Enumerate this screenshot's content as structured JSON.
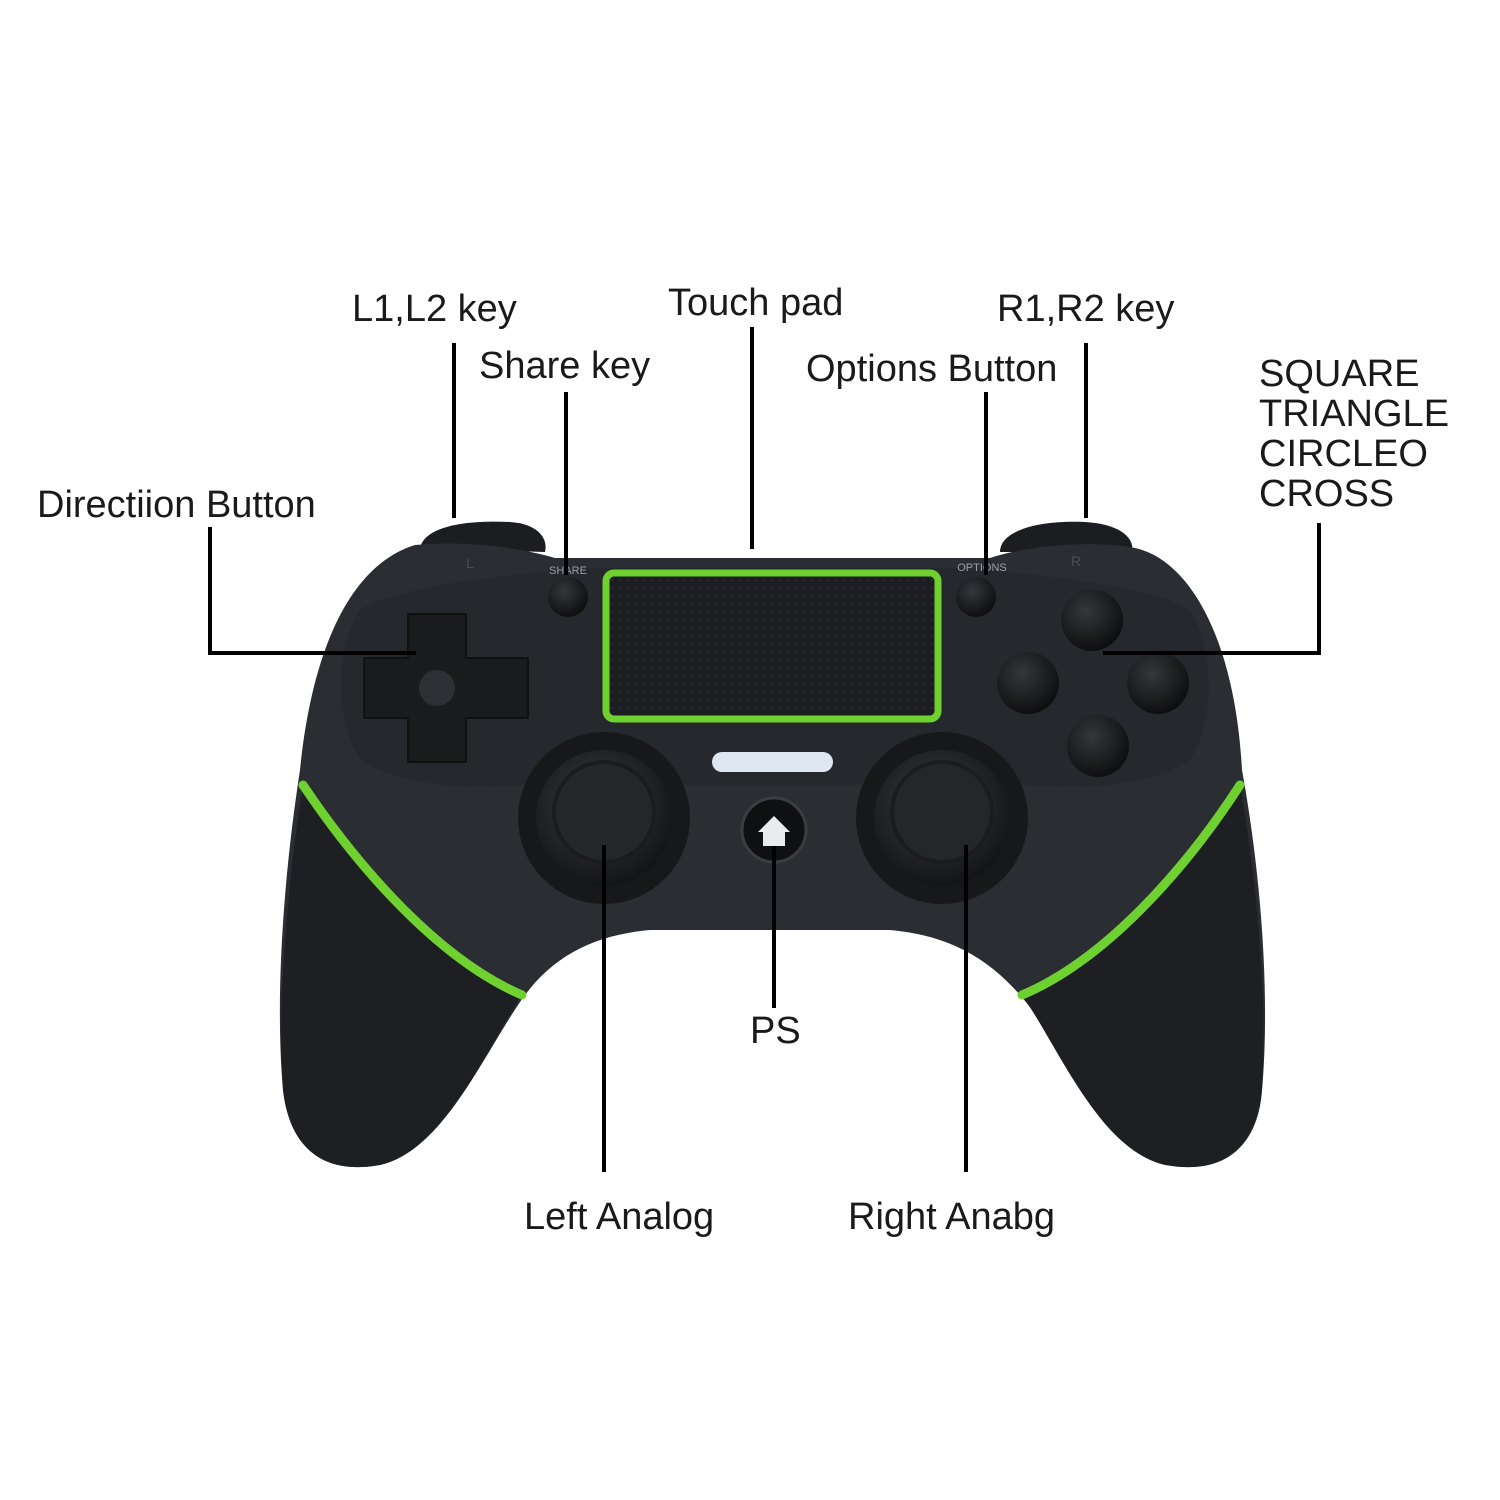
{
  "colors": {
    "accent": "#6fd12f",
    "body": "#2a2d31",
    "grip": "#1d1f22",
    "button": "#151617",
    "light_bar": "#dfe8f2",
    "background": "#ffffff"
  },
  "controller": {
    "share_text": "SHARE",
    "options_text": "OPTIONS",
    "l_text": "L",
    "r_text": "R"
  },
  "callouts": {
    "l1_l2": "L1,L2 key",
    "share": "Share key",
    "touch_pad": "Touch pad",
    "options": "Options Button",
    "r1_r2": "R1,R2 key",
    "face_buttons": [
      "SQUARE",
      "TRIANGLE",
      "CIRCLEO",
      "CROSS"
    ],
    "direction": "Directiion Button",
    "ps": "PS",
    "left_analog": "Left Analog",
    "right_analog": "Right Anabg"
  }
}
